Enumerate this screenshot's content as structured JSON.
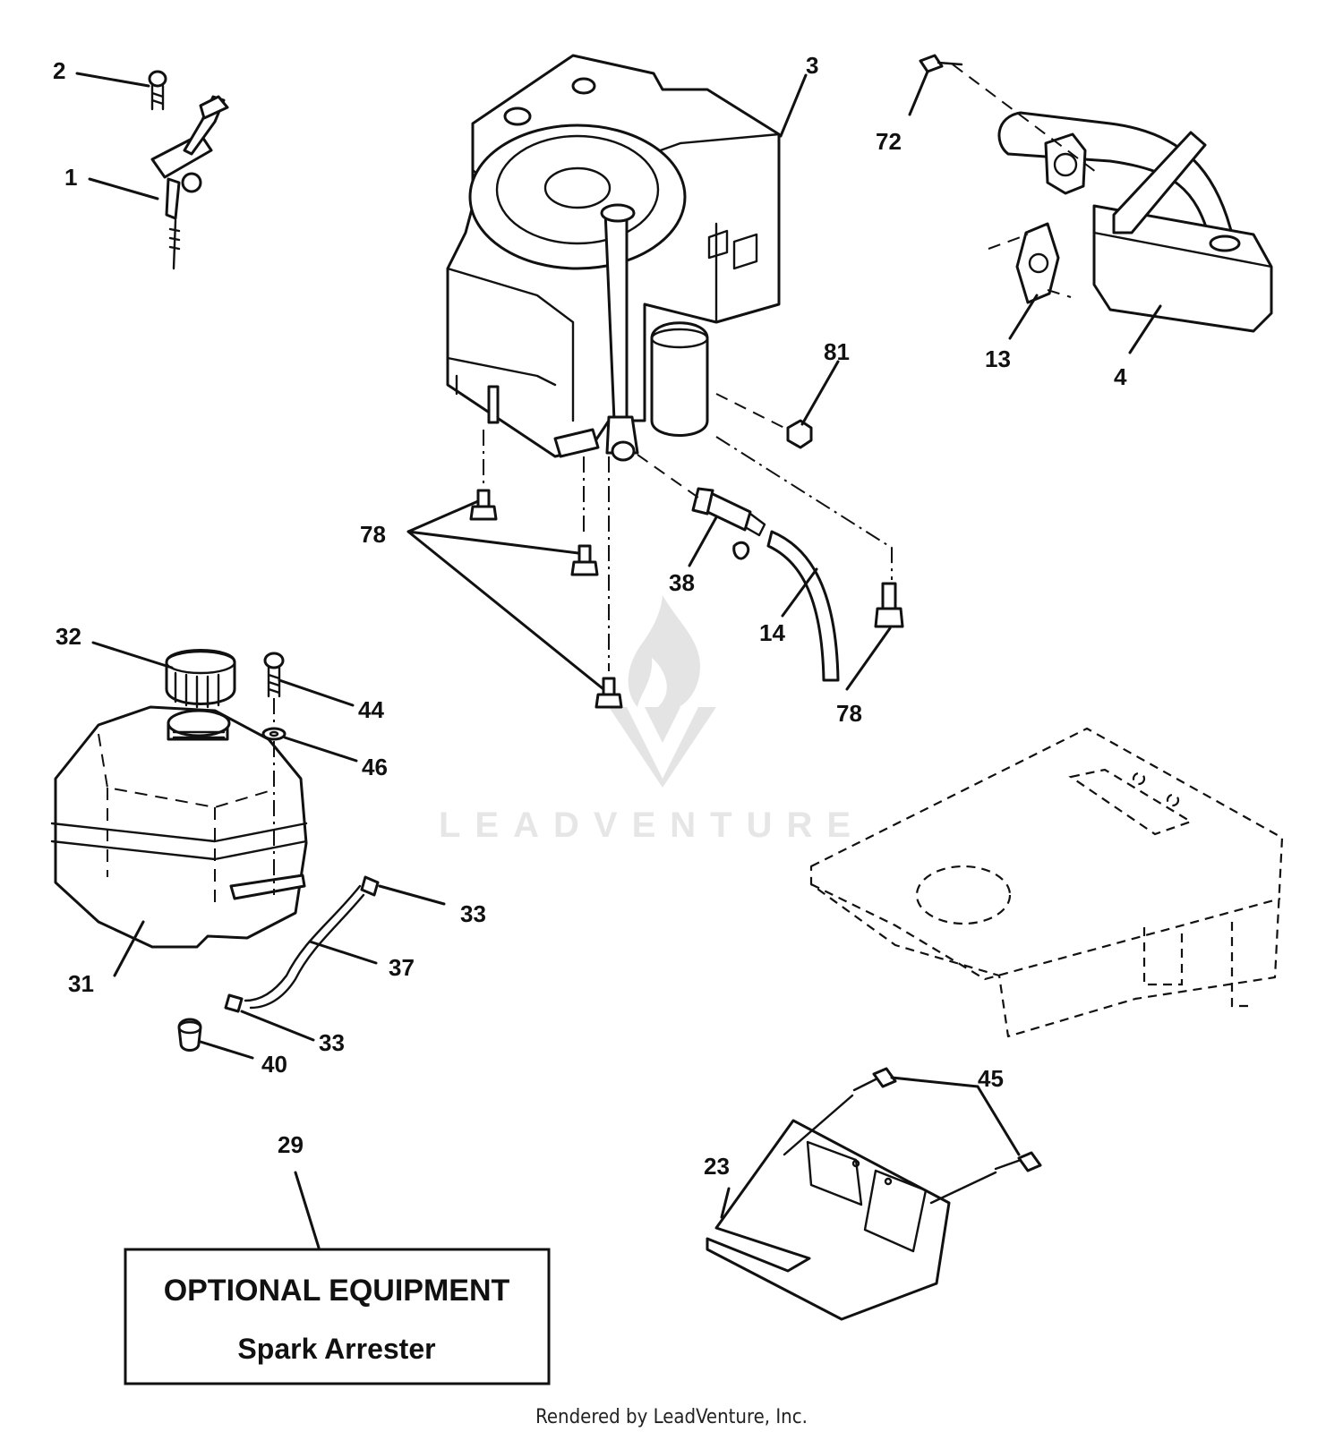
{
  "callouts": {
    "c1": "1",
    "c2": "2",
    "c3": "3",
    "c4": "4",
    "c13": "13",
    "c14": "14",
    "c23": "23",
    "c29": "29",
    "c31": "31",
    "c32": "32",
    "c33a": "33",
    "c33b": "33",
    "c37": "37",
    "c38": "38",
    "c40": "40",
    "c44": "44",
    "c45": "45",
    "c46": "46",
    "c72": "72",
    "c78a": "78",
    "c78b": "78",
    "c81": "81"
  },
  "optional_box": {
    "title": "OPTIONAL EQUIPMENT",
    "subtitle": "Spark Arrester"
  },
  "watermark": {
    "text": "LEADVENTURE"
  },
  "footer": {
    "credit": "Rendered by LeadVenture, Inc."
  }
}
